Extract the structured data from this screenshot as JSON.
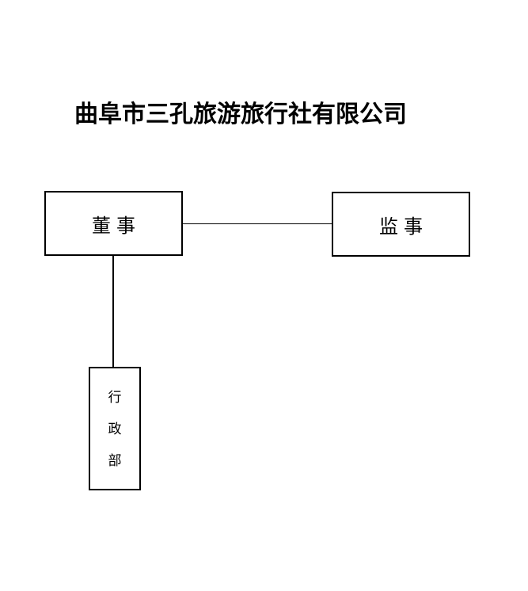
{
  "page": {
    "background_color": "#ffffff",
    "line_color": "#000000",
    "border_color": "#000000",
    "text_color": "#000000"
  },
  "org_chart": {
    "title": "曲阜市三孔旅游旅行社有限公司",
    "nodes": {
      "director": {
        "label": "董事"
      },
      "supervisor": {
        "label": "监事"
      },
      "admin_dept": {
        "label": "行政部",
        "chars": [
          "行",
          "政",
          "部"
        ]
      }
    },
    "edges": [
      {
        "from": "director",
        "to": "supervisor",
        "type": "horizontal"
      },
      {
        "from": "director",
        "to": "admin_dept",
        "type": "vertical"
      }
    ]
  }
}
